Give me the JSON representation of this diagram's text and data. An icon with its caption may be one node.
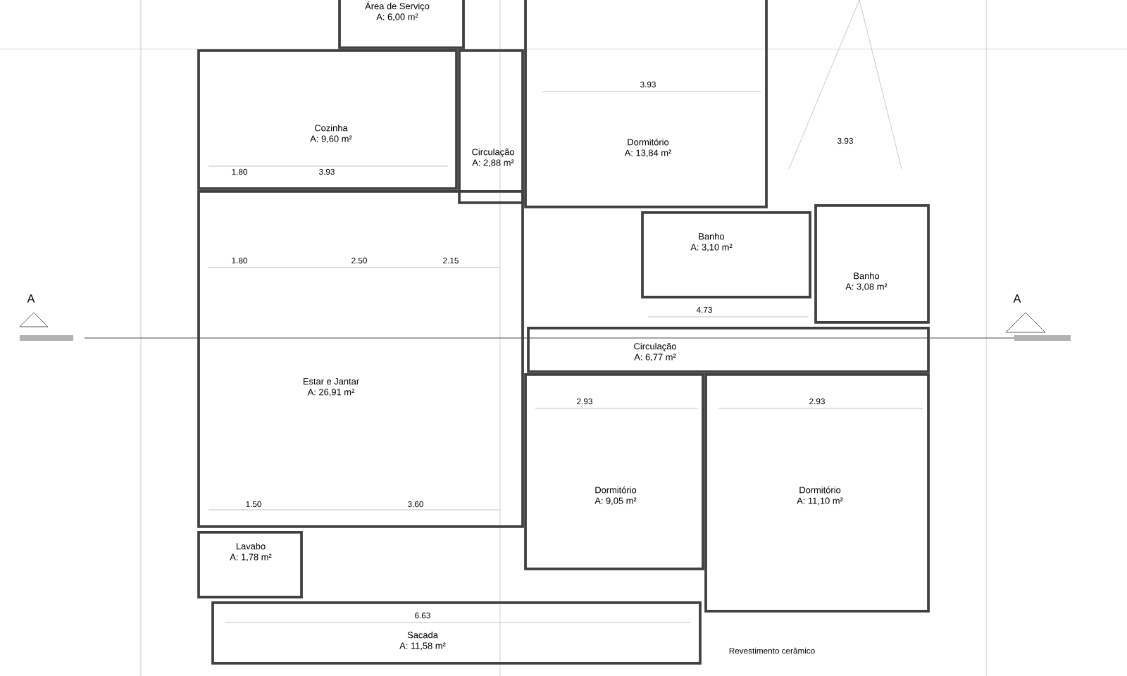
{
  "diagram": {
    "nodes": [
      {
        "text": [
          "Área de Serviço",
          "A: 6,00 m²"
        ]
      },
      {
        "text": [
          "Cozinha",
          "A: 9,60 m²"
        ]
      },
      {
        "text": [
          "Circulação",
          "A: 2,88 m²"
        ]
      },
      {
        "text": [
          "Dormitório",
          "A: 13,84 m²"
        ]
      },
      {
        "text": [
          "Banho",
          "A: 3,10 m²"
        ]
      },
      {
        "text": [
          "Banho",
          "A: 3,08 m²"
        ]
      },
      {
        "text": [
          "Circulação",
          "A: 6,77 m²"
        ]
      },
      {
        "text": [
          "Estar e Jantar",
          "A: 26,91 m²"
        ]
      },
      {
        "text": [
          "Dormitório",
          "A: 9,05 m²"
        ]
      },
      {
        "text": [
          "Dormitório",
          "A: 11,10 m²"
        ]
      },
      {
        "text": [
          "Lavabo",
          "A: 1,78 m²"
        ]
      },
      {
        "text": [
          "Sacada",
          "A: 11,58 m²"
        ]
      }
    ],
    "labels": [
      "A",
      "A",
      "Revestimento cerâmico",
      "1.80",
      "3.93",
      "1.80",
      "2.50",
      "2.15",
      "3.93",
      "3.93",
      "4.73",
      "2.93",
      "2.93",
      "1.50",
      "3.60",
      "6.63"
    ]
  }
}
